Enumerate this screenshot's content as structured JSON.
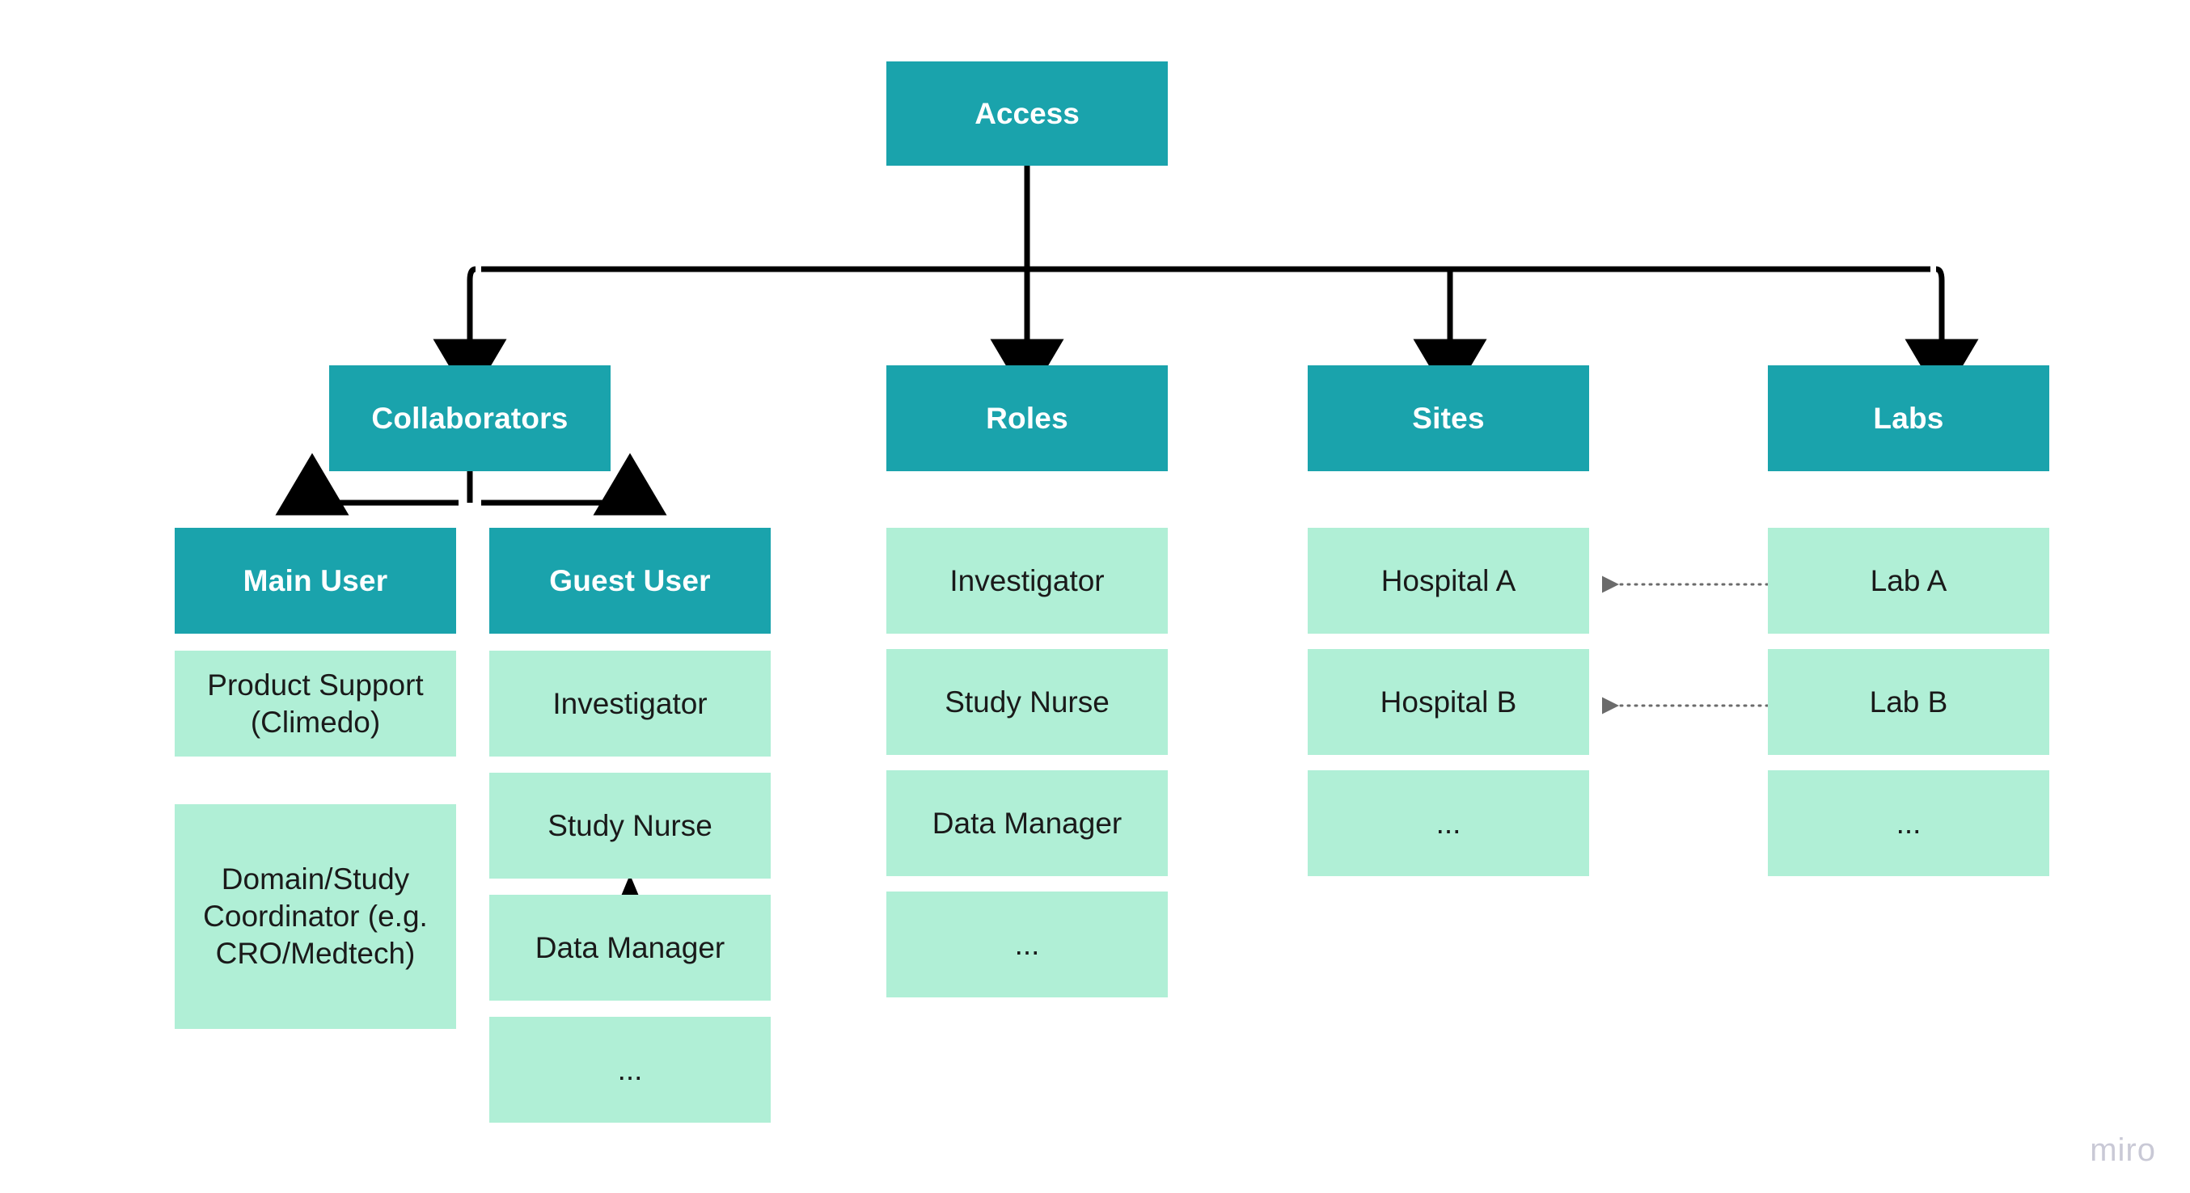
{
  "diagram": {
    "title": "Access",
    "watermark": "miro",
    "colors": {
      "header_fill": "#1AA3AC",
      "header_text": "#FFFFFF",
      "leaf_fill": "#B0EFD6",
      "leaf_text": "#1A1A1A",
      "connector": "#000000",
      "dotted_connector": "#6B6B6B",
      "background": "#FFFFFF",
      "watermark_color": "#C9C9D6"
    },
    "root": {
      "label": "Access"
    },
    "branches": [
      {
        "id": "collaborators",
        "label": "Collaborators",
        "subgroups": [
          {
            "id": "main-user",
            "label": "Main User",
            "items": [
              "Product Support (Climedo)",
              "Domain/Study Coordinator (e.g. CRO/Medtech)"
            ]
          },
          {
            "id": "guest-user",
            "label": "Guest User",
            "items": [
              "Investigator",
              "Study Nurse",
              "Data Manager",
              "..."
            ]
          }
        ]
      },
      {
        "id": "roles",
        "label": "Roles",
        "items": [
          "Investigator",
          "Study Nurse",
          "Data Manager",
          "..."
        ]
      },
      {
        "id": "sites",
        "label": "Sites",
        "items": [
          "Hospital A",
          "Hospital B",
          "..."
        ]
      },
      {
        "id": "labs",
        "label": "Labs",
        "items": [
          "Lab A",
          "Lab B",
          "..."
        ]
      }
    ],
    "cross_links": [
      {
        "from": "Lab A",
        "to": "Hospital A",
        "style": "dotted-arrow-left"
      },
      {
        "from": "Lab B",
        "to": "Hospital B",
        "style": "dotted-arrow-left"
      }
    ]
  }
}
